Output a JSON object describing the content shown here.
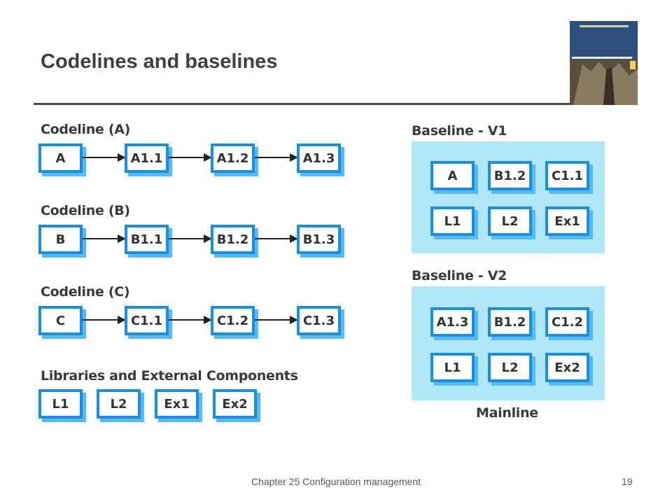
{
  "title": "Codelines and baselines",
  "codelines": [
    {
      "label": "Codeline (A)",
      "boxes": [
        "A",
        "A1.1",
        "A1.2",
        "A1.3"
      ]
    },
    {
      "label": "Codeline (B)",
      "boxes": [
        "B",
        "B1.1",
        "B1.2",
        "B1.3"
      ]
    },
    {
      "label": "Codeline (C)",
      "boxes": [
        "C",
        "C1.1",
        "C1.2",
        "C1.3"
      ]
    }
  ],
  "libraries": {
    "label": "Libraries and External Components",
    "boxes": [
      "L1",
      "L2",
      "Ex1",
      "Ex2"
    ]
  },
  "baselines": [
    {
      "label": "Baseline - V1",
      "rows": [
        [
          "A",
          "B1.2",
          "C1.1"
        ],
        [
          "L1",
          "L2",
          "Ex1"
        ]
      ]
    },
    {
      "label": "Baseline - V2",
      "rows": [
        [
          "A1.3",
          "B1.2",
          "C1.2"
        ],
        [
          "L1",
          "L2",
          "Ex2"
        ]
      ]
    }
  ],
  "mainline_label": "Mainline",
  "footer": "Chapter 25 Configuration management",
  "page_number": "19",
  "colors": {
    "box_border": "#1a8ee5",
    "box_shadow": "#56baf3",
    "panel": "#b0e8fa"
  }
}
